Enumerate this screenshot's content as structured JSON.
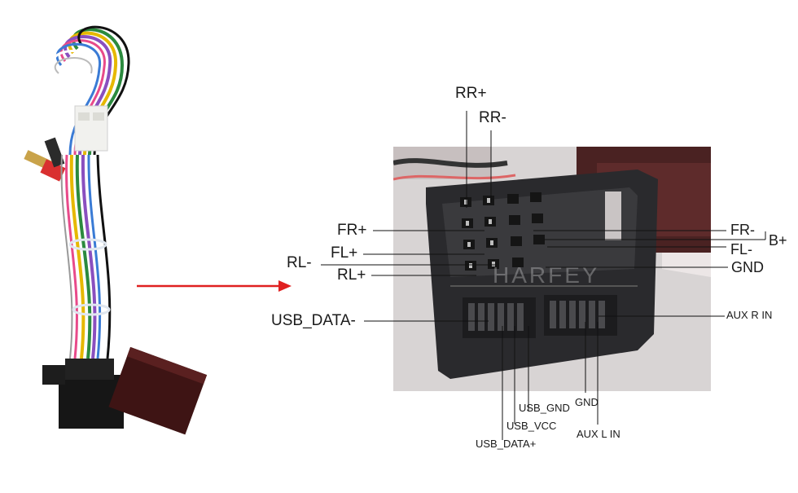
{
  "pins": {
    "rr_plus": "RR+",
    "rr_minus": "RR-",
    "fr_plus": "FR+",
    "fl_plus": "FL+",
    "rl_minus": "RL-",
    "rl_plus": "RL+",
    "usb_data_minus": "USB_DATA-",
    "fr_minus": "FR-",
    "b_plus": "B+",
    "fl_minus": "FL-",
    "gnd": "GND",
    "aux_r_in": "AUX R IN",
    "usb_gnd": "USB_GND",
    "gnd_small": "GND",
    "usb_vcc": "USB_VCC",
    "aux_l_in": "AUX L IN",
    "usb_data_plus": "USB_DATA+"
  },
  "watermark": "HARFEY",
  "colors": {
    "arrow": "#e02020",
    "connector": "#2a2a2d",
    "photo_bg": "#d8d4d4",
    "leader": "#111111"
  }
}
